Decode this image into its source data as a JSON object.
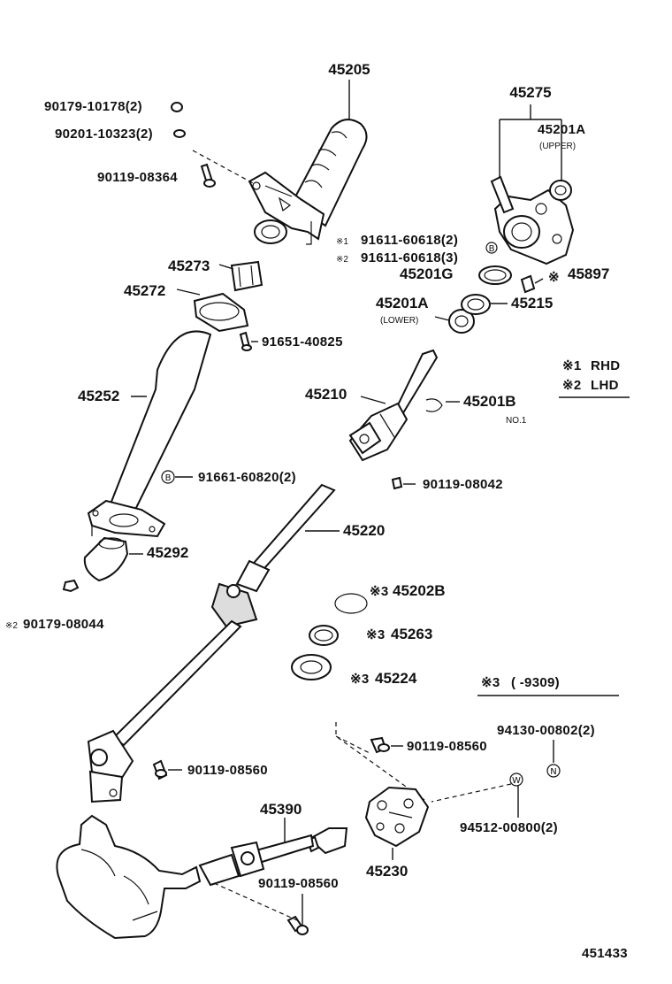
{
  "parts": {
    "p45205": "45205",
    "p90179_10178": "90179-10178(2)",
    "p90201_10323": "90201-10323(2)",
    "p90119_08364": "90119-08364",
    "p45275": "45275",
    "p45201A_upper": "45201A",
    "upper_note": "(UPPER)",
    "p91611_rhd": "91611-60618(2)",
    "p91611_lhd": "91611-60618(3)",
    "p45273": "45273",
    "p45201G": "45201G",
    "p45897": "45897",
    "p45272": "45272",
    "p45201A_lower": "45201A",
    "lower_note": "(LOWER)",
    "p45215": "45215",
    "p91651": "91651-40825",
    "p45252": "45252",
    "p45210": "45210",
    "p45201B": "45201B",
    "no1_note": "NO.1",
    "p91661": "91661-60820(2)",
    "p90119_08042": "90119-08042",
    "p45220": "45220",
    "p45292": "45292",
    "p45202B": "45202B",
    "p90179_08044": "90179-08044",
    "p45263": "45263",
    "p45224": "45224",
    "p90119_08560_a": "90119-08560",
    "p94130": "94130-00802(2)",
    "p90119_08560_b": "90119-08560",
    "p45390": "45390",
    "p94512": "94512-00800(2)",
    "p45230": "45230",
    "p90119_08560_c": "90119-08560"
  },
  "markers": {
    "note1_prefix": "※1",
    "note2_prefix": "※2",
    "note3_prefix": "※3",
    "asterisk": "※",
    "circle_B": "B",
    "circle_N": "N",
    "circle_W": "W"
  },
  "legend": {
    "rhd_num": "※1",
    "rhd_text": "RHD",
    "lhd_num": "※2",
    "lhd_text": "LHD",
    "period_num": "※3",
    "period_text": "(      -9309)"
  },
  "figure_id": "451433"
}
